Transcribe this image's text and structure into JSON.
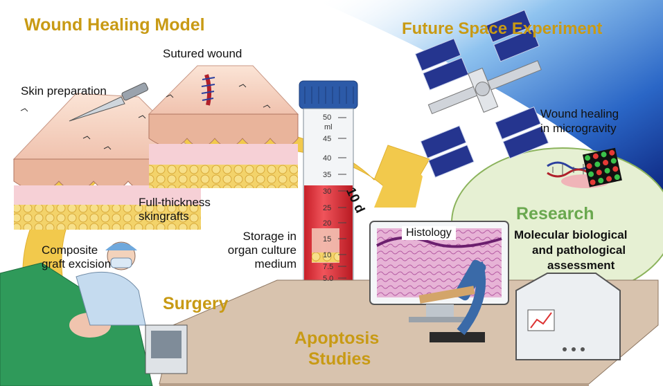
{
  "titles": {
    "wound_model": "Wound Healing Model",
    "space": "Future Space Experiment",
    "surgery": "Surgery",
    "apoptosis_line1": "Apoptosis",
    "apoptosis_line2": "Studies",
    "research": "Research"
  },
  "labels": {
    "skin_prep": "Skin preparation",
    "sutured": "Sutured wound",
    "full_thickness_1": "Full-thickness",
    "full_thickness_2": "skingrafts",
    "composite_1": "Composite",
    "composite_2": "graft excision",
    "storage_1": "Storage in",
    "storage_2": "organ culture",
    "storage_3": "medium",
    "days": "10 d",
    "wound_micro_1": "Wound healing",
    "wound_micro_2": "in microgravity",
    "histology": "Histology",
    "molecular_1": "Molecular biological",
    "molecular_2": "and pathological",
    "molecular_3": "assessment"
  },
  "tube": {
    "ml": "ml",
    "graduations": [
      "50",
      "45",
      "40",
      "35",
      "30",
      "25",
      "20",
      "15",
      "10",
      "7.5",
      "5.0"
    ]
  },
  "colors": {
    "gold": "#c89a14",
    "green": "#6aa84f",
    "red_medium": "#e3323a",
    "cap_blue": "#2c5aa8"
  }
}
